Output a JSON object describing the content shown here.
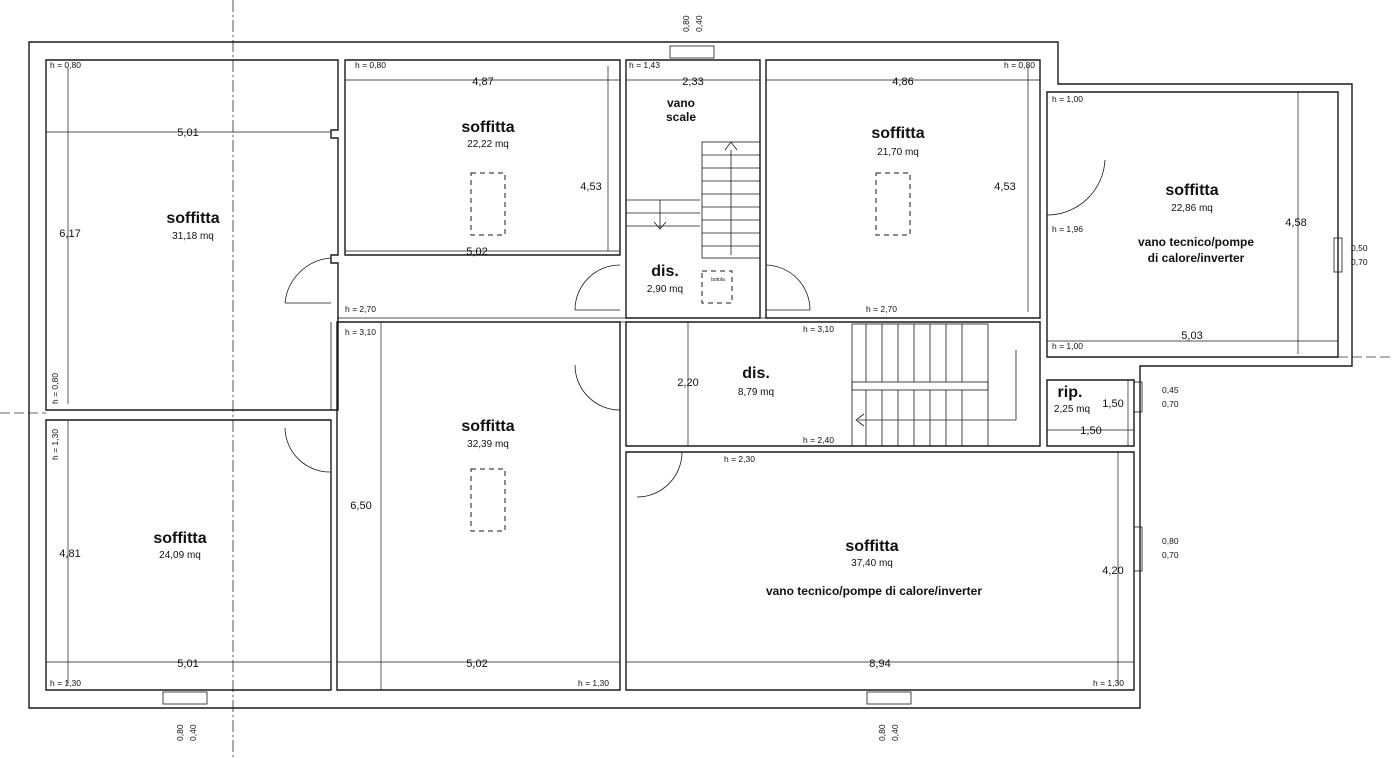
{
  "rooms": {
    "sw_top_left": {
      "name": "soffitta",
      "area": "31,18 mq"
    },
    "top_mid_left": {
      "name": "soffitta",
      "area": "22,22 mq"
    },
    "top_mid_right": {
      "name": "soffitta",
      "area": "21,70 mq"
    },
    "top_right": {
      "name": "soffitta",
      "area": "22,86 mq",
      "note": "vano tecnico/pompe",
      "note2": "di calore/inverter"
    },
    "stair": {
      "name": "vano",
      "name2": "scale"
    },
    "dis_top": {
      "name": "dis.",
      "area": "2,90 mq"
    },
    "bottom_left": {
      "name": "soffitta",
      "area": "24,09 mq"
    },
    "bottom_mid": {
      "name": "soffitta",
      "area": "32,39 mq"
    },
    "dis_mid": {
      "name": "dis.",
      "area": "8,79 mq"
    },
    "rip": {
      "name": "rip.",
      "area": "2,25 mq"
    },
    "bottom_right": {
      "name": "soffitta",
      "area": "37,40 mq",
      "note": "vano tecnico/pompe di calore/inverter"
    }
  },
  "dimensions": {
    "d501_top": "5,01",
    "d617": "6,17",
    "d487": "4,87",
    "d502_top": "5,02",
    "d453_left": "4,53",
    "d233": "2,33",
    "d486": "4,86",
    "d453_right": "4,53",
    "d458": "4,58",
    "d503": "5,03",
    "d220": "2,20",
    "d150_v": "1,50",
    "d150_h": "1,50",
    "d650": "6,50",
    "d481": "4,81",
    "d420": "4,20",
    "d501_bottom": "5,01",
    "d502_bottom": "5,02",
    "d894": "8,94"
  },
  "window_labels": {
    "top_a": "0,80",
    "top_b": "0,40",
    "right1_a": "0,50",
    "right1_b": "0,70",
    "right2_a": "0,45",
    "right2_b": "0,70",
    "right3_a": "0,80",
    "right3_b": "0,70",
    "bottom_left_a": "0,80",
    "bottom_left_b": "0,40",
    "bottom_mid_a": "0,80",
    "bottom_mid_b": "0,40"
  },
  "heights": {
    "h1": "h = 0,80",
    "h2": "h = 0,80",
    "h3": "h = 1,43",
    "h4": "h = 0,80",
    "h5": "h = 1,00",
    "h6": "h = 1,96",
    "h7": "h = 2,70",
    "h8": "h = 2,70",
    "h9": "h = 1,00",
    "h10": "h = 3,10",
    "h11": "h = 3,10",
    "h12": "h = 0,80",
    "h13": "h = 1,30",
    "h14": "h = 2,40",
    "h15": "h = 2,30",
    "h16": "h = 1,30",
    "h17": "h = 1,30",
    "h18": "h = 1,30"
  },
  "misc": {
    "botola": "botola"
  }
}
